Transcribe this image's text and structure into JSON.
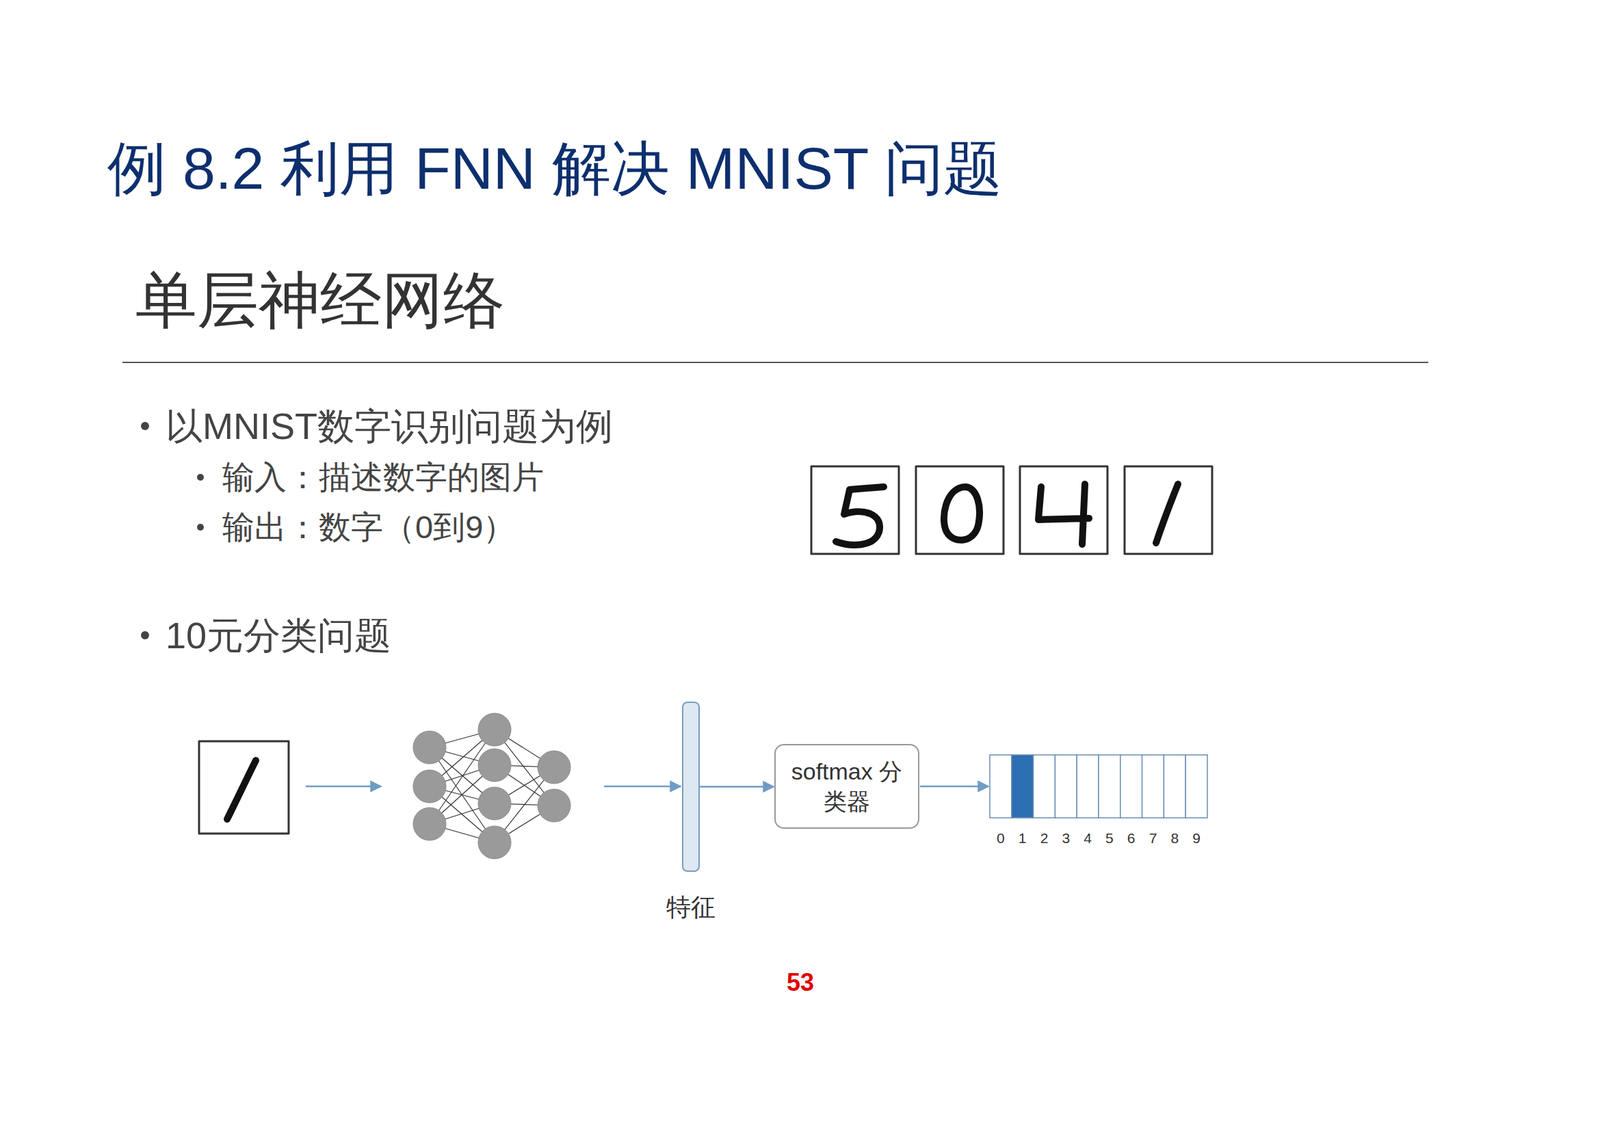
{
  "diagram": {
    "title": "例 8.2 利用 FNN 解决 MNIST 问题",
    "nodes": [
      {
        "text": [
          "特征"
        ]
      },
      {
        "text": [
          "softmax 分类器"
        ]
      }
    ],
    "edges": [
      {
        "from": 0,
        "to": 1,
        "arrow": "to"
      }
    ],
    "labels": [
      "单层神经网络",
      "以MNIST数字识别问题为例",
      "输入：描述数字的图片",
      "输出：数字（0到9）",
      "10元分类问题",
      "0",
      "1",
      "2",
      "3",
      "4",
      "5",
      "6",
      "7",
      "8",
      "9",
      "53"
    ]
  }
}
